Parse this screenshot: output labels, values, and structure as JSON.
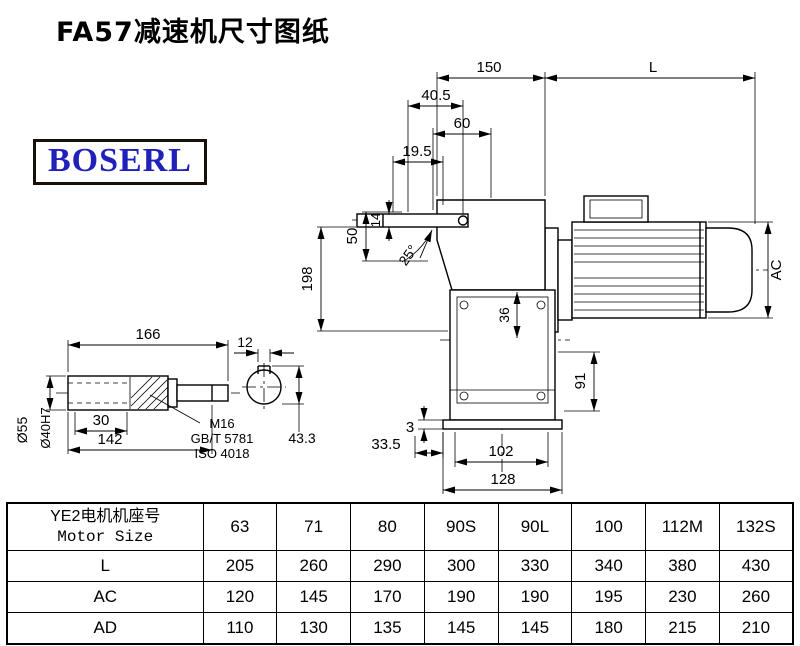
{
  "page": {
    "title": "FA57减速机尺寸图纸"
  },
  "logo": {
    "text": "BOSERL",
    "brand_color": "#2020bb"
  },
  "drawing": {
    "main_view": {
      "dim_150": "150",
      "dim_L": "L",
      "dim_40_5": "40.5",
      "dim_60": "60",
      "dim_19_5": "19.5",
      "dim_50": "50",
      "dim_14": "14",
      "angle_25": "25°",
      "dim_198": "198",
      "dim_36": "36",
      "dim_AC": "AC",
      "dim_91": "91",
      "dim_3": "3",
      "dim_33_5": "33.5",
      "dim_102": "102",
      "dim_128": "128"
    },
    "shaft_view": {
      "dim_166": "166",
      "dim_30": "30",
      "dim_142": "142",
      "dim_dia55": "Ø55",
      "dim_dia40H7": "Ø40H7",
      "label_m16": "M16",
      "label_gbt": "GB/T 5781",
      "label_iso": "ISO 4018",
      "dim_12": "12",
      "dim_43_3": "43.3"
    }
  },
  "table": {
    "header": {
      "label_line1": "YE2电机机座号",
      "label_line2": "Motor Size",
      "sizes": [
        "63",
        "71",
        "80",
        "90S",
        "90L",
        "100",
        "112M",
        "132S"
      ]
    },
    "rows": [
      {
        "label": "L",
        "values": [
          "205",
          "260",
          "290",
          "300",
          "330",
          "340",
          "380",
          "430"
        ]
      },
      {
        "label": "AC",
        "values": [
          "120",
          "145",
          "170",
          "190",
          "190",
          "195",
          "230",
          "260"
        ]
      },
      {
        "label": "AD",
        "values": [
          "110",
          "130",
          "135",
          "145",
          "145",
          "180",
          "215",
          "210"
        ]
      }
    ]
  }
}
